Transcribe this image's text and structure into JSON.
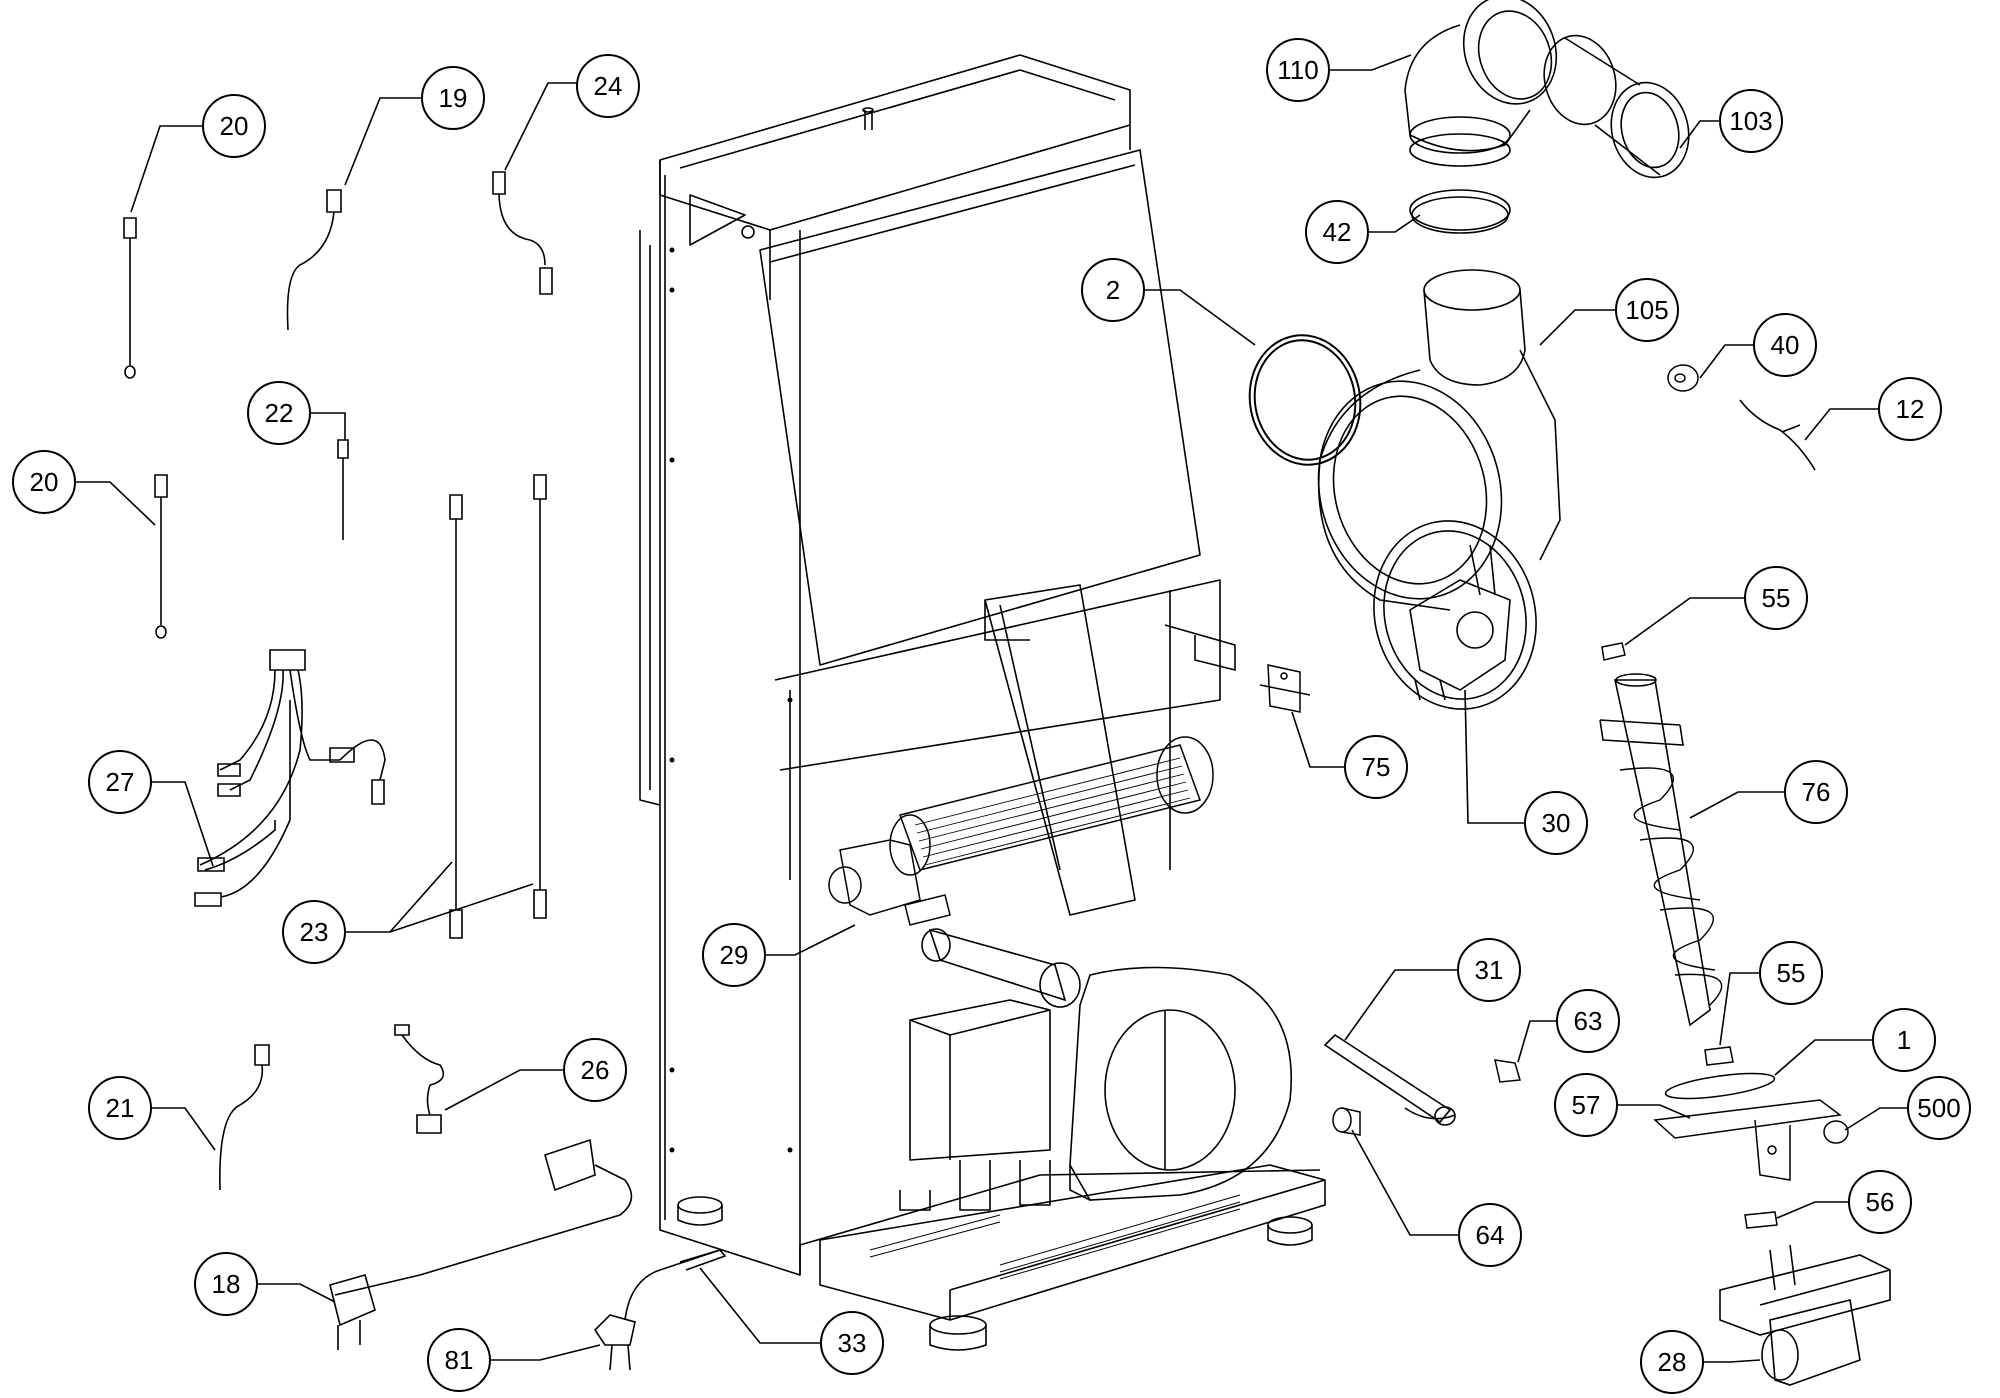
{
  "diagram": {
    "type": "exploded-parts-view",
    "line_color": "#000000",
    "background": "#ffffff"
  },
  "callouts": [
    {
      "id": "c110",
      "label": "110"
    },
    {
      "id": "c103",
      "label": "103"
    },
    {
      "id": "c42",
      "label": "42"
    },
    {
      "id": "c2",
      "label": "2"
    },
    {
      "id": "c105",
      "label": "105"
    },
    {
      "id": "c40",
      "label": "40"
    },
    {
      "id": "c12",
      "label": "12"
    },
    {
      "id": "c55a",
      "label": "55"
    },
    {
      "id": "c75",
      "label": "75"
    },
    {
      "id": "c30",
      "label": "30"
    },
    {
      "id": "c76",
      "label": "76"
    },
    {
      "id": "c55b",
      "label": "55"
    },
    {
      "id": "c1",
      "label": "1"
    },
    {
      "id": "c63",
      "label": "63"
    },
    {
      "id": "c57",
      "label": "57"
    },
    {
      "id": "c500",
      "label": "500"
    },
    {
      "id": "c31",
      "label": "31"
    },
    {
      "id": "c56",
      "label": "56"
    },
    {
      "id": "c64",
      "label": "64"
    },
    {
      "id": "c28",
      "label": "28"
    },
    {
      "id": "c33",
      "label": "33"
    },
    {
      "id": "c81",
      "label": "81"
    },
    {
      "id": "c18",
      "label": "18"
    },
    {
      "id": "c26",
      "label": "26"
    },
    {
      "id": "c21",
      "label": "21"
    },
    {
      "id": "c29",
      "label": "29"
    },
    {
      "id": "c23",
      "label": "23"
    },
    {
      "id": "c27",
      "label": "27"
    },
    {
      "id": "c20a",
      "label": "20"
    },
    {
      "id": "c20b",
      "label": "20"
    },
    {
      "id": "c22",
      "label": "22"
    },
    {
      "id": "c19",
      "label": "19"
    },
    {
      "id": "c24",
      "label": "24"
    }
  ]
}
